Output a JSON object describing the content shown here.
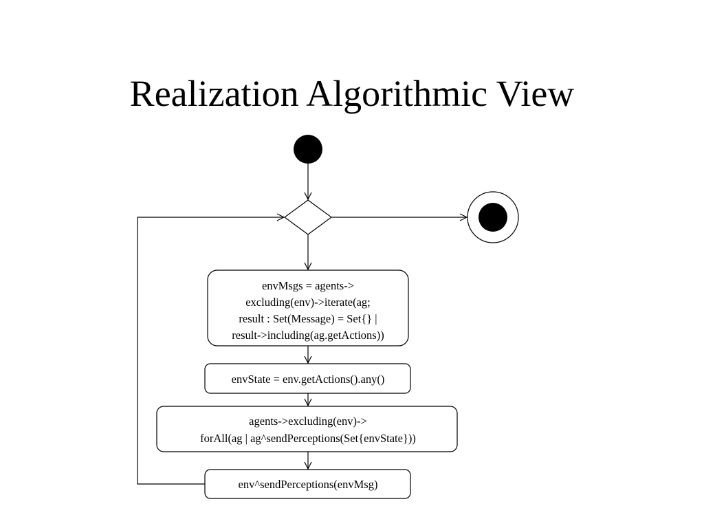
{
  "slide": {
    "title": "Realization Algorithmic View"
  },
  "diagram": {
    "actions": [
      {
        "id": "collect-env-msgs",
        "lines": [
          "envMsgs = agents->",
          "excluding(env)->iterate(ag;",
          "result : Set(Message) = Set{} |",
          "result->including(ag.getActions))"
        ]
      },
      {
        "id": "compute-env-state",
        "lines": [
          "envState = env.getActions().any()"
        ]
      },
      {
        "id": "send-to-agents",
        "lines": [
          "agents->excluding(env)->",
          "forAll(ag | ag^sendPerceptions(Set{envState}))"
        ]
      },
      {
        "id": "send-to-env",
        "lines": [
          "env^sendPerceptions(envMsg)"
        ]
      }
    ]
  }
}
